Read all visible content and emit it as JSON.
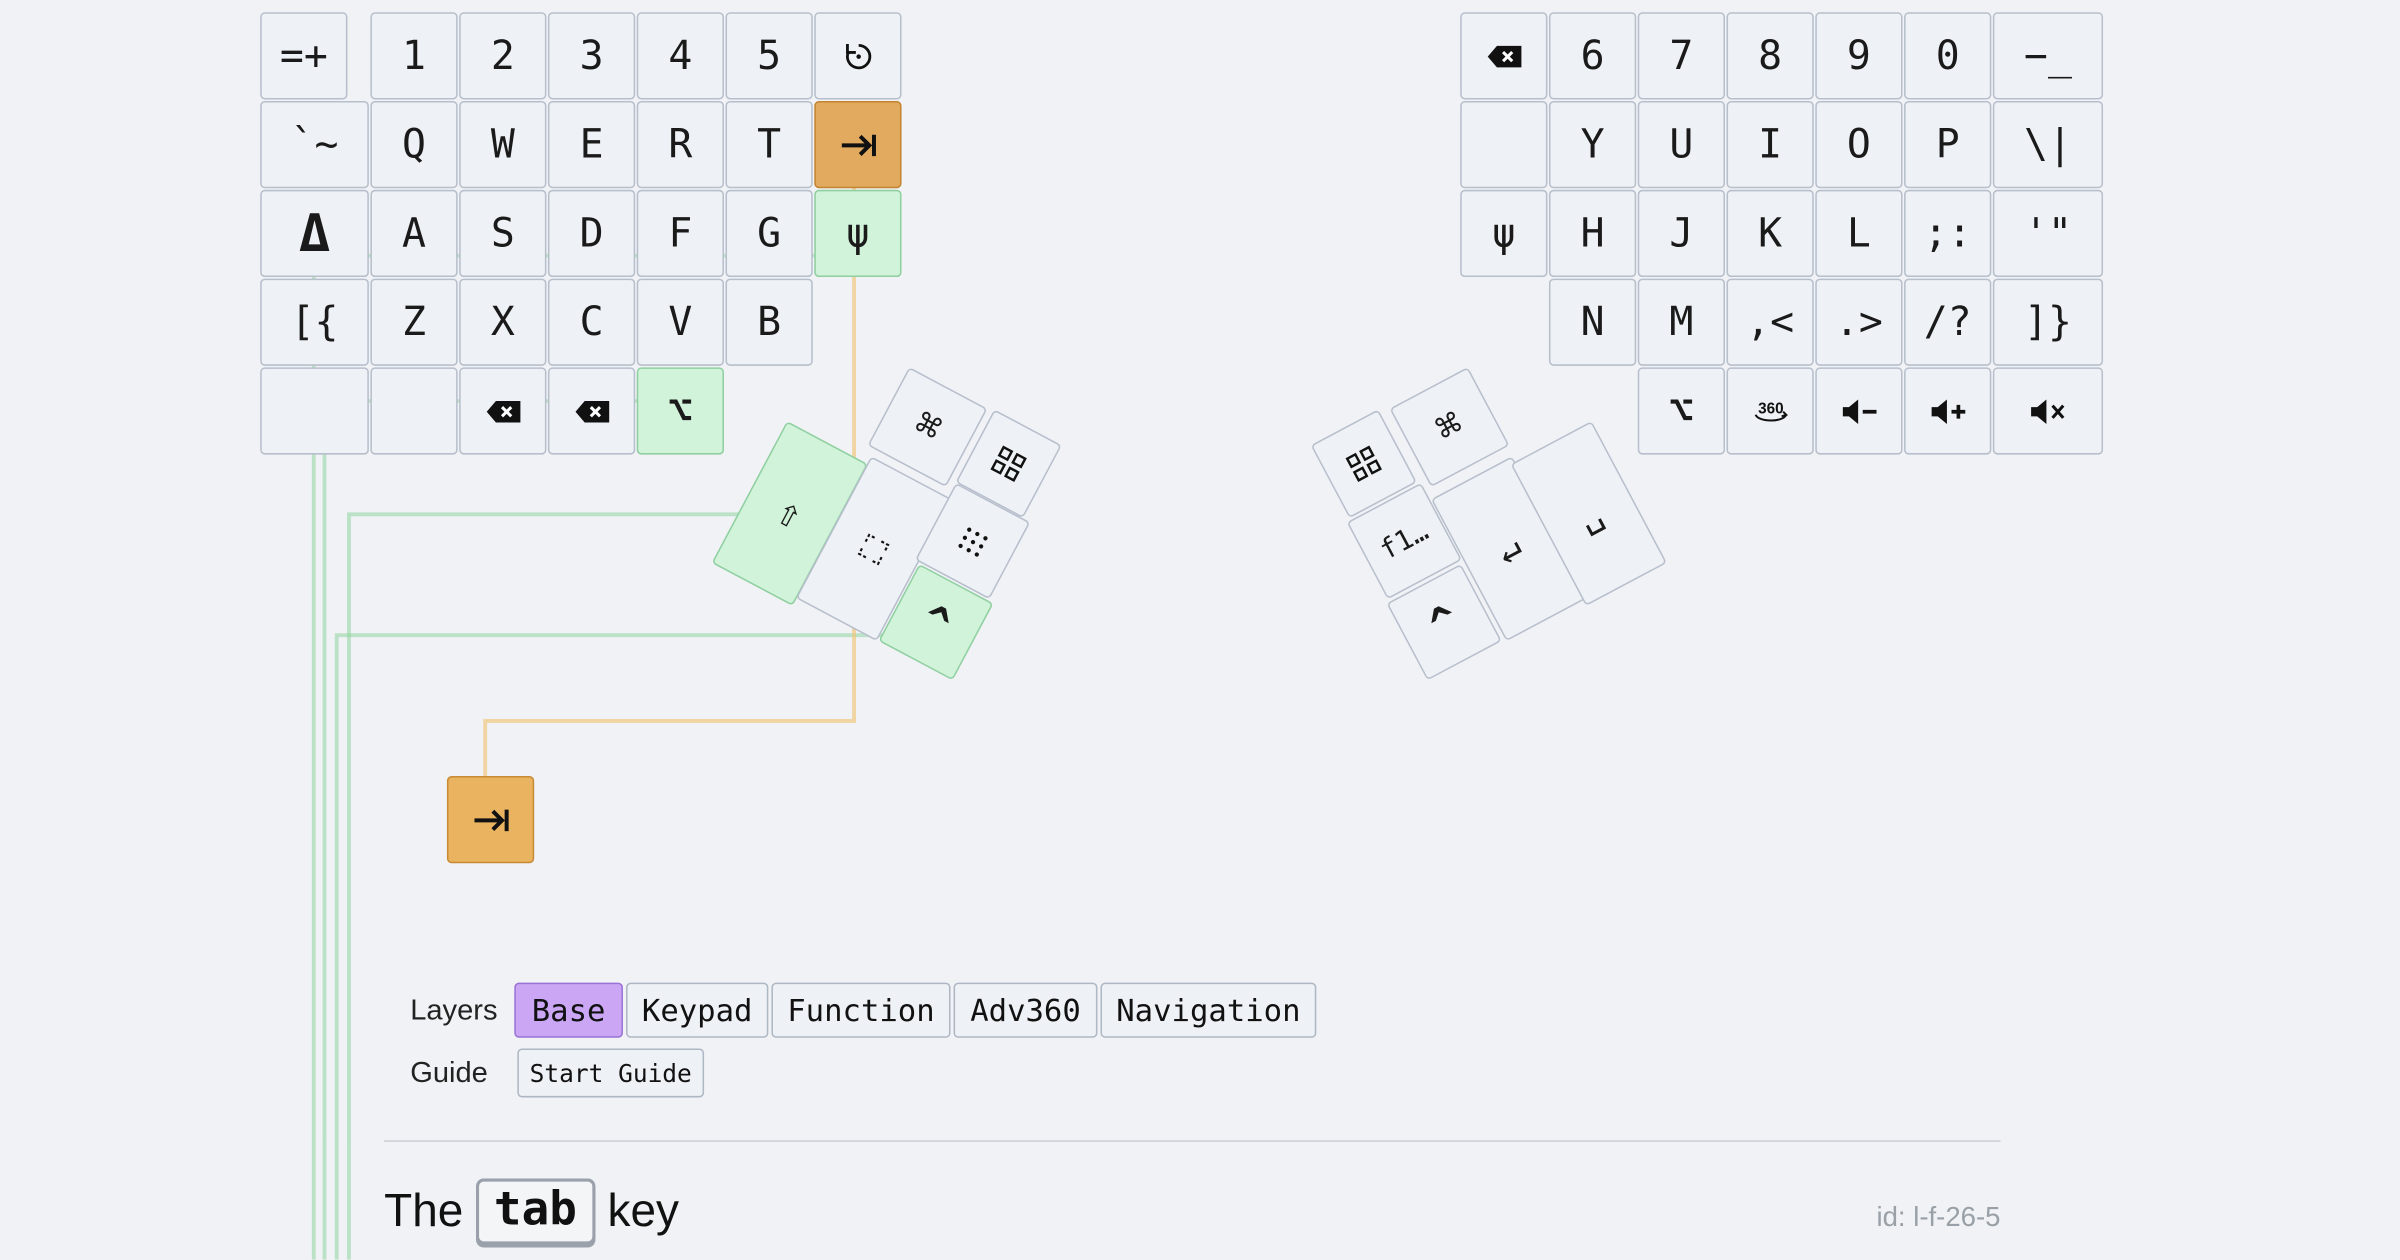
{
  "left_keys": [
    [
      "=+",
      "1",
      "2",
      "3",
      "4",
      "5",
      "reset-icon"
    ],
    [
      "`~",
      "Q",
      "W",
      "E",
      "R",
      "T",
      "tab-icon"
    ],
    [
      "Δ",
      "A",
      "S",
      "D",
      "F",
      "G",
      "ψ"
    ],
    [
      "[{",
      "Z",
      "X",
      "C",
      "V",
      "B"
    ],
    [
      "",
      "",
      "backspace-icon",
      "backspace-icon",
      "⌥"
    ]
  ],
  "right_keys": [
    [
      "backspace-icon",
      "6",
      "7",
      "8",
      "9",
      "0",
      "−_"
    ],
    [
      "",
      "Y",
      "U",
      "I",
      "O",
      "P",
      "\\|"
    ],
    [
      "ψ",
      "H",
      "J",
      "K",
      "L",
      ";:",
      "'\""
    ],
    [
      "N",
      "M",
      ",<",
      ".>",
      "/?",
      "]}"
    ],
    [
      "⌥",
      "360-icon",
      "volume-down-icon",
      "volume-up-icon",
      "mute-icon"
    ]
  ],
  "left_thumb": {
    "cmd": "⌘",
    "windows": "windows-icon",
    "shift": "⇧",
    "expand": "expand-icon",
    "keypad": "keypad-icon",
    "ctrl": "^"
  },
  "right_thumb": {
    "windows": "windows-icon",
    "cmd": "⌘",
    "fn": "f1…",
    "enter": "↵",
    "space": "␣",
    "ctrl": "^"
  },
  "highlighted_key": {
    "glyph": "⇥"
  },
  "layers": {
    "label": "Layers",
    "items": [
      "Base",
      "Keypad",
      "Function",
      "Adv360",
      "Navigation"
    ],
    "active": "Base"
  },
  "guide": {
    "label": "Guide",
    "button": "Start Guide"
  },
  "heading": {
    "prefix": "The",
    "key": "tab",
    "suffix": "key"
  },
  "page_id": "id: l-f-26-5",
  "colors": {
    "highlight_green": "#d0f3da",
    "highlight_orange": "#e2aa5e",
    "active_layer": "#caa6f5",
    "background": "#f0f2f5"
  }
}
